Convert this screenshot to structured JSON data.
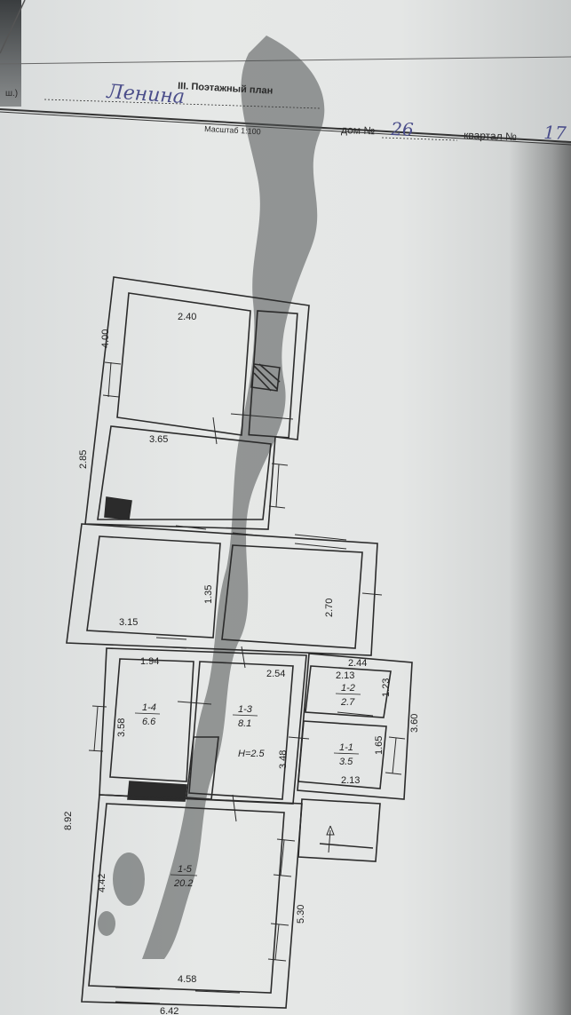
{
  "header": {
    "section_title": "III. Поэтажный план",
    "scale": "Масштаб 1:100",
    "prefix_fragment": "ш.)",
    "street_handwritten": "Ленина",
    "house_label": "дом №",
    "house_number": "26",
    "block_label": "квартал №",
    "block_number": "17"
  },
  "plan": {
    "room_dims": {
      "r_top_w": "2.40",
      "r_top_h": "4.00",
      "r2_w": "3.65",
      "r2_h": "2.85",
      "r3_w": "3.15",
      "r3_h": "1.35",
      "r4_h": "2.70",
      "r5_w": "1.94",
      "r5_h": "3.58",
      "r6_w": "2.54",
      "r6_h": "3.48",
      "r7_w": "2.44",
      "r7_sub_w": "2.13",
      "r7_h": "1.23",
      "r8_h": "1.65",
      "r8_w": "2.13",
      "right_total": "3.60",
      "left_total": "8.92",
      "r9_h": "4.42",
      "r9_w": "4.58",
      "r9_right": "5.30",
      "bottom_total": "6.42"
    },
    "rooms": {
      "r14_num": "1-4",
      "r14_area": "6.6",
      "r13_num": "1-3",
      "r13_area": "8.1",
      "r12_num": "1-2",
      "r12_area": "2.7",
      "r11_num": "1-1",
      "r11_area": "3.5",
      "r15_num": "1-5",
      "r15_area": "20.2"
    },
    "ceiling_height": "H=2.5"
  }
}
